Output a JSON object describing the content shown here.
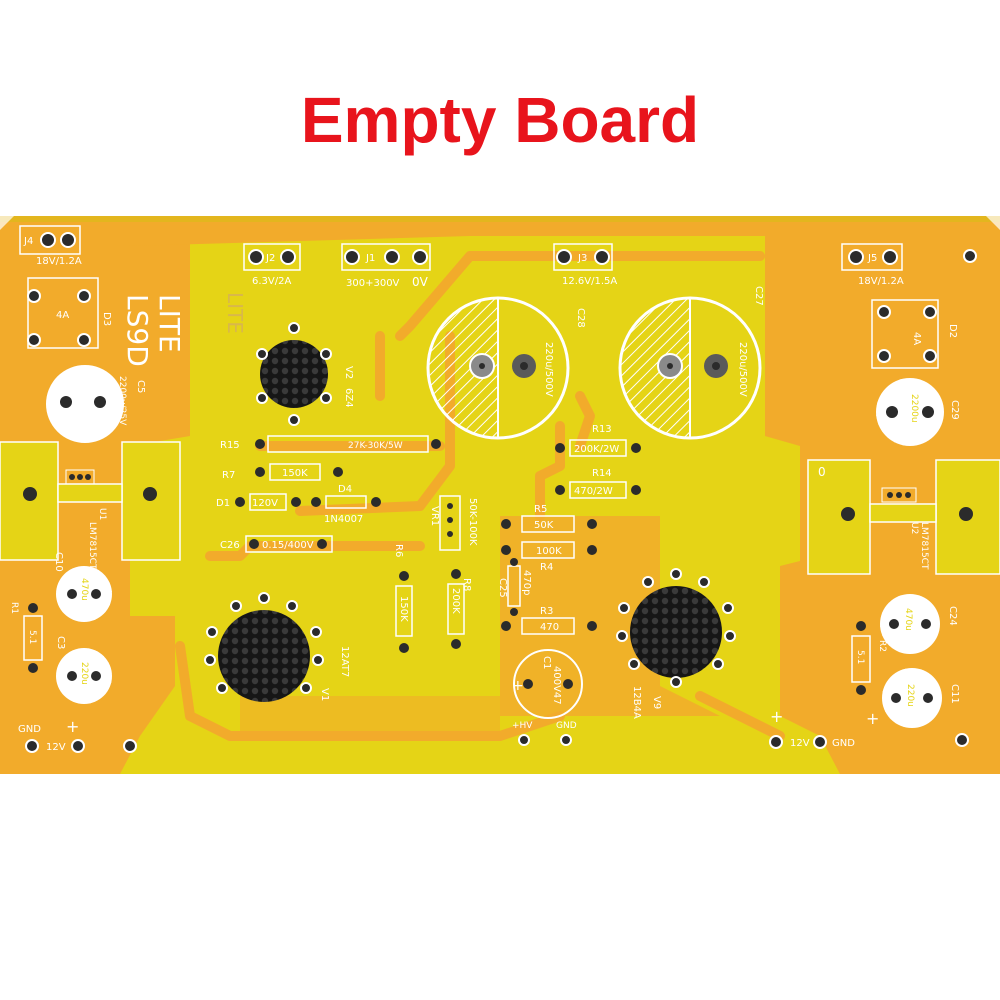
{
  "title": "Empty Board",
  "colors": {
    "title": "#e8141c",
    "board_base": "#e5d416",
    "copper": "#f2ab2b",
    "silk": "#ffffff",
    "pad": "#2b2b2b"
  },
  "board": {
    "brand": {
      "line1": "LITE",
      "line2": "LS9D",
      "ghost": "LITE"
    },
    "connectors": {
      "j4": {
        "ref": "J4",
        "value": "18V/1.2A"
      },
      "j2": {
        "ref": "J2",
        "value": "6.3V/2A"
      },
      "j1": {
        "ref": "J1",
        "value": "300+300V",
        "extra": "0V"
      },
      "j3": {
        "ref": "J3",
        "value": "12.6V/1.5A"
      },
      "j5": {
        "ref": "J5",
        "value": "18V/1.2A"
      }
    },
    "bridges": {
      "d3": {
        "ref": "D3",
        "value": "4A"
      },
      "d2": {
        "ref": "D2",
        "value": "4A"
      }
    },
    "capacitors": {
      "c5": {
        "ref": "C5",
        "value": "2200u/25V"
      },
      "c28": {
        "ref": "C28",
        "value": "220u/500V"
      },
      "c27": {
        "ref": "C27",
        "value": "220u/500V"
      },
      "c29": {
        "ref": "C29",
        "value": "2200u"
      },
      "c10": {
        "ref": "C10",
        "value": "470u"
      },
      "c3": {
        "ref": "C3",
        "value": "220u"
      },
      "c26": {
        "ref": "C26",
        "value": "0.15/400V"
      },
      "c25": {
        "ref": "C25",
        "value": "470p"
      },
      "c1": {
        "ref": "C1",
        "value": "400V47"
      },
      "c24": {
        "ref": "C24",
        "value": "470u"
      },
      "c11": {
        "ref": "C11",
        "value": "220u"
      }
    },
    "resistors": {
      "r15": {
        "ref": "R15",
        "value": "27K-30K/5W"
      },
      "r7": {
        "ref": "R7",
        "value": "150K"
      },
      "r13": {
        "ref": "R13",
        "value": "200K/2W"
      },
      "r14": {
        "ref": "R14",
        "value": "470/2W"
      },
      "r5": {
        "ref": "R5",
        "value": "50K"
      },
      "r4": {
        "ref": "R4",
        "value": "100K"
      },
      "r6": {
        "ref": "R6",
        "value": "150K"
      },
      "r8": {
        "ref": "R8",
        "value": "200K"
      },
      "r3": {
        "ref": "R3",
        "value": "470"
      },
      "r1": {
        "ref": "R1",
        "value": "5.1"
      },
      "r2": {
        "ref": "R2",
        "value": "5.1"
      }
    },
    "diodes": {
      "d1": {
        "ref": "D1",
        "value": "120V"
      },
      "d4": {
        "ref": "D4",
        "value": "1N4007"
      }
    },
    "pot": {
      "ref": "VR1",
      "value": "50K-100K"
    },
    "tubes": {
      "v2": {
        "ref": "V2",
        "value": "6Z4"
      },
      "v1": {
        "ref": "V1",
        "value": "12AT7"
      },
      "v9": {
        "ref": "V9",
        "value": "12B4A"
      }
    },
    "regulators": {
      "u1": {
        "ref": "U1",
        "value": "LM7815CT"
      },
      "u2": {
        "ref": "U2",
        "value": "LM7815CT"
      }
    },
    "terminals": {
      "gnd": "GND",
      "v12": "12V",
      "hv": "+HV",
      "plus": "+",
      "zero": "0"
    }
  }
}
